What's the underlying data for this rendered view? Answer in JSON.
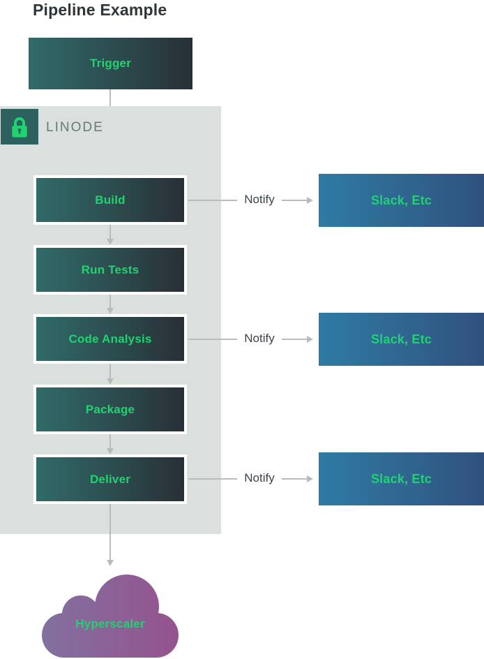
{
  "title": "Pipeline Example",
  "trigger": {
    "label": "Trigger"
  },
  "linode_group": {
    "label": "LINODE",
    "icon": "lock-icon",
    "stages": [
      {
        "label": "Build"
      },
      {
        "label": "Run Tests"
      },
      {
        "label": "Code Analysis"
      },
      {
        "label": "Package"
      },
      {
        "label": "Deliver"
      }
    ]
  },
  "notify_rows": [
    {
      "from": "Build",
      "label": "Notify",
      "target": "Slack, Etc"
    },
    {
      "from": "Code Analysis",
      "label": "Notify",
      "target": "Slack, Etc"
    },
    {
      "from": "Deliver",
      "label": "Notify",
      "target": "Slack, Etc"
    }
  ],
  "cloud": {
    "label": "Hyperscaler"
  },
  "colors": {
    "green": "#1fd470",
    "title_color": "#2f3538",
    "label_color": "#3c4246",
    "linode_color": "#6e7679",
    "container_bg": "#d9e0dd",
    "lock_bg": "#2e605e",
    "box_start": "#316b69",
    "box_end": "#283036",
    "slack_start": "#2f7ba4",
    "slack_end": "#30517e",
    "cloud_start": "#82719f",
    "cloud_end": "#95528e",
    "line": "#b7bdba"
  }
}
